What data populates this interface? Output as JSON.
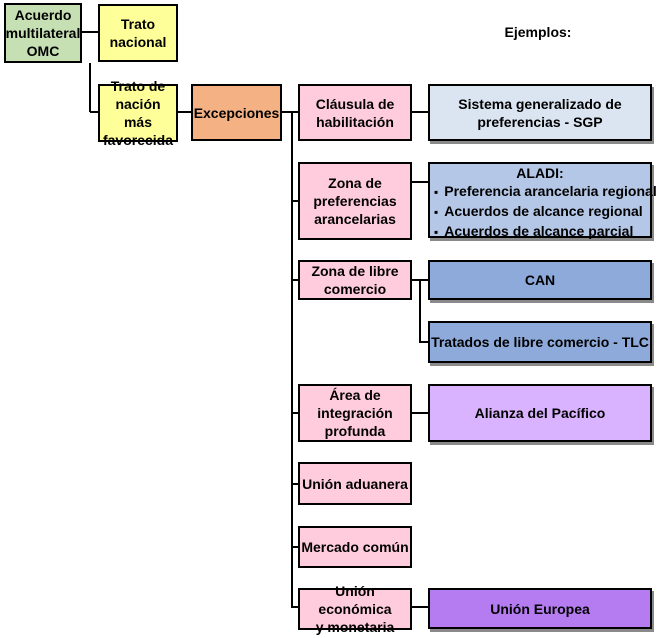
{
  "nodes": {
    "omc": "Acuerdo\nmultilateral\nOMC",
    "trato_nacional": "Trato\nnacional",
    "nmf": "Trato de\nnación más\nfavorecida",
    "excepciones": "Excepciones",
    "clausula": "Cláusula de\nhabilitación",
    "zona_pref": "Zona de\npreferencias\narancelarias",
    "zona_libre": "Zona de libre\ncomercio",
    "area_integracion": "Área de\nintegración\nprofunda",
    "union_aduanera": "Unión aduanera",
    "mercado_comun": "Mercado común",
    "union_economica": "Unión económica\ny monetaria"
  },
  "examples": {
    "title": "Ejemplos:",
    "sgp": "Sistema generalizado de\npreferencias - SGP",
    "aladi": {
      "title": "ALADI:",
      "items": [
        "Preferencia arancelaria regional",
        "Acuerdos de alcance regional",
        "Acuerdos de alcance parcial"
      ]
    },
    "can": "CAN",
    "tlc": "Tratados de libre comercio - TLC",
    "alianza": "Alianza del Pacífico",
    "ue": "Unión Europea"
  },
  "colors": {
    "omc": "#c6e0b4",
    "principles": "#ffff99",
    "excepciones": "#f4b183",
    "categories": "#ffccdd",
    "sgp": "#dbe5f1",
    "aladi": "#b4c7e7",
    "can_tlc": "#8eaadb",
    "alianza": "#d9b3ff",
    "ue": "#b57cf2"
  }
}
